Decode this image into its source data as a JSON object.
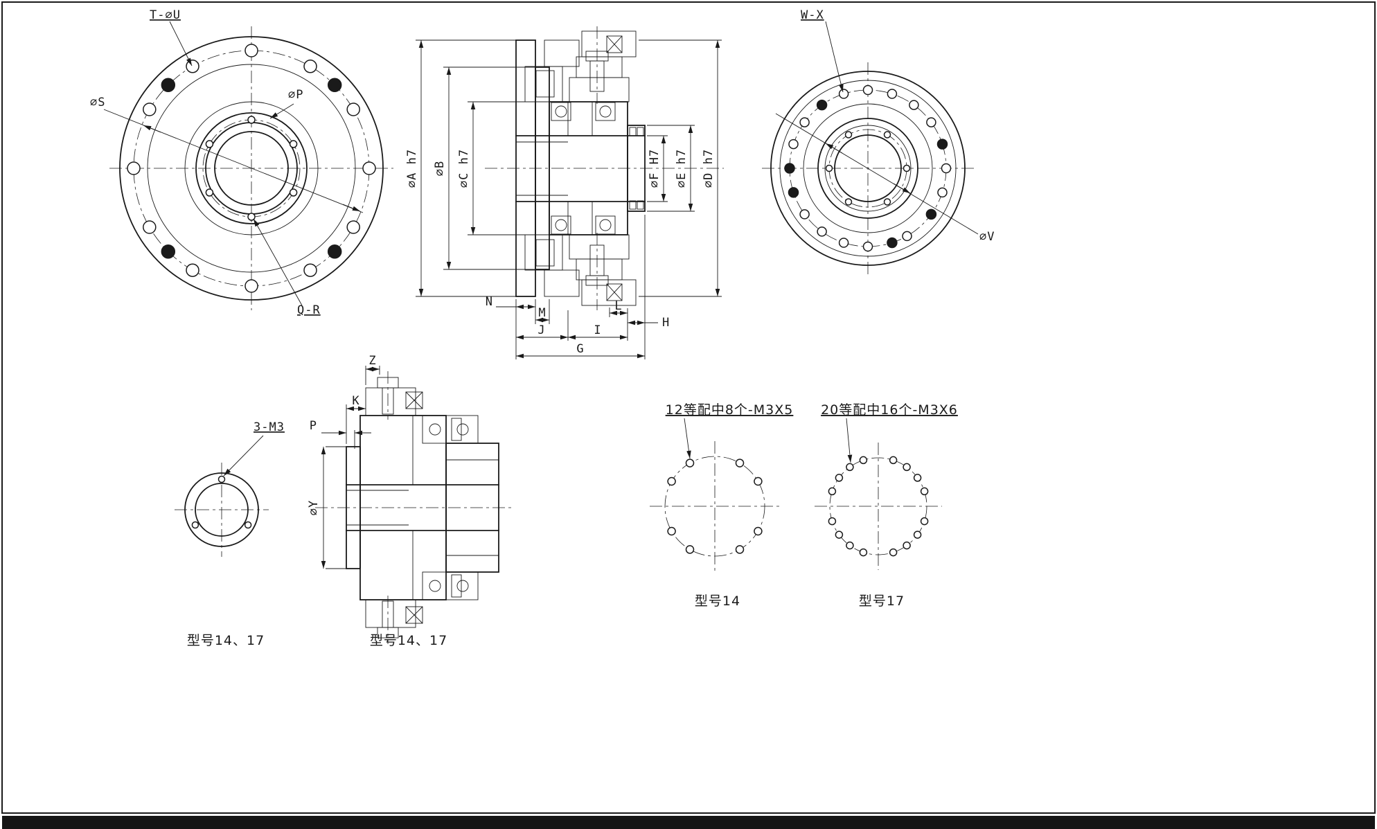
{
  "front_left": {
    "holes_label": "T-∅U",
    "bolt_circle_label": "∅S",
    "hub_label": "∅P",
    "small_holes_label": "Q-R"
  },
  "front_right": {
    "holes_label": "W-X",
    "bore_label": "∅V"
  },
  "section_main": {
    "dia_a": "∅A h7",
    "dia_b": "∅B",
    "dia_c": "∅C h7",
    "dia_f": "∅F H7",
    "dia_e": "∅E h7",
    "dia_d": "∅D h7",
    "len_n": "N",
    "len_m": "M",
    "len_l": "L",
    "len_h": "H",
    "len_j": "J",
    "len_i": "I",
    "len_g": "G"
  },
  "ring_detail": {
    "holes_label": "3-M3",
    "caption": "型号14、17"
  },
  "section_small": {
    "len_z": "Z",
    "len_k": "K",
    "len_p": "P",
    "dia_y": "∅Y",
    "caption": "型号14、17"
  },
  "pattern_a": {
    "note": "12等配中8个-M3X5",
    "caption": "型号14"
  },
  "pattern_b": {
    "note": "20等配中16个-M3X6",
    "caption": "型号17"
  }
}
